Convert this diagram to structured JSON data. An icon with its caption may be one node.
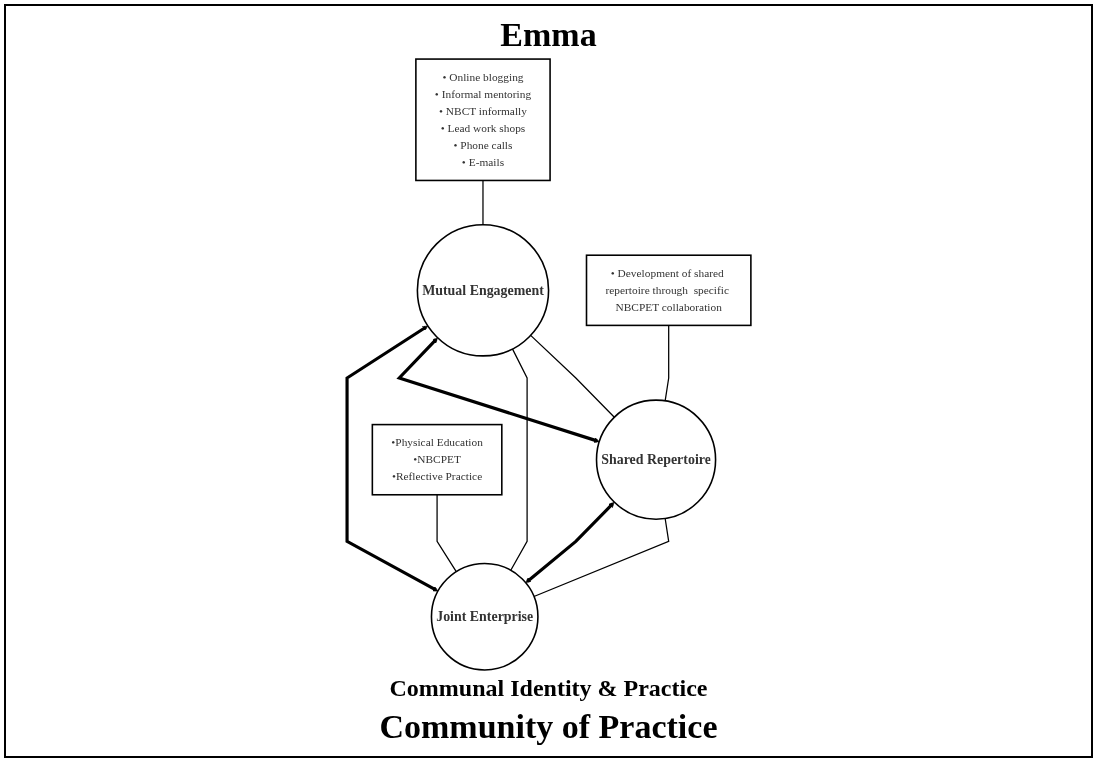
{
  "diagram": {
    "title": "Emma",
    "caption": "Community of Practice",
    "nodes": [
      {
        "text": [
          "Mutual Engagement"
        ]
      },
      {
        "text": [
          "Shared Repertoire"
        ]
      },
      {
        "text": [
          "Joint Enterprise"
        ]
      },
      {
        "text": [
          "• Online blogging",
          "• Informal mentoring",
          "• NBCT  informally",
          "• Lead work shops",
          "• Phone calls",
          "• E-mails"
        ]
      },
      {
        "text": [
          "• Development of shared repertoire through  specific NBCPET collaboration"
        ]
      },
      {
        "text": [
          "•Physical Education",
          "•NBCPET",
          "•Reflective Practice"
        ]
      }
    ],
    "edges": [
      {
        "from": 0,
        "to": 1,
        "arrow": "none"
      },
      {
        "from": 0,
        "to": 2,
        "arrow": "none"
      },
      {
        "from": 1,
        "to": 2,
        "arrow": "none"
      },
      {
        "from": 0,
        "to": 1,
        "arrow": "both",
        "style": "thick"
      },
      {
        "from": 0,
        "to": 2,
        "arrow": "both",
        "style": "thick"
      },
      {
        "from": 1,
        "to": 2,
        "arrow": "both",
        "style": "thick"
      },
      {
        "from": 3,
        "to": 0,
        "arrow": "none"
      },
      {
        "from": 4,
        "to": 1,
        "arrow": "none"
      },
      {
        "from": 5,
        "to": 2,
        "arrow": "none"
      }
    ],
    "labels": [
      "Communal Identity & Practice"
    ]
  }
}
